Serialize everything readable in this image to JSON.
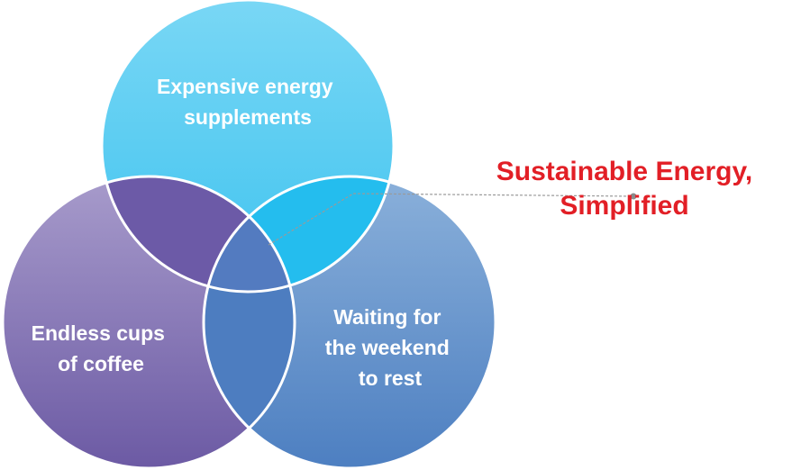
{
  "diagram": {
    "circles": {
      "top": {
        "label_lines": [
          "Expensive energy",
          "supplements"
        ]
      },
      "left": {
        "label_lines": [
          "Endless cups",
          "of coffee"
        ]
      },
      "right": {
        "label_lines": [
          "Waiting for",
          "the weekend",
          "to rest"
        ]
      }
    },
    "callout": {
      "lines": [
        "Sustainable Energy,",
        "Simplified"
      ]
    },
    "colors": {
      "top": "#5fcdf2",
      "left": "#8a78b8",
      "right": "#6b9bd1",
      "overlap_top_left": "#6c5aa7",
      "overlap_top_right": "#24bdee",
      "overlap_left_right": "#4d7dc0",
      "center": "#537bc0",
      "callout_text": "#e21f26",
      "connector": "#9a9a9a"
    }
  }
}
